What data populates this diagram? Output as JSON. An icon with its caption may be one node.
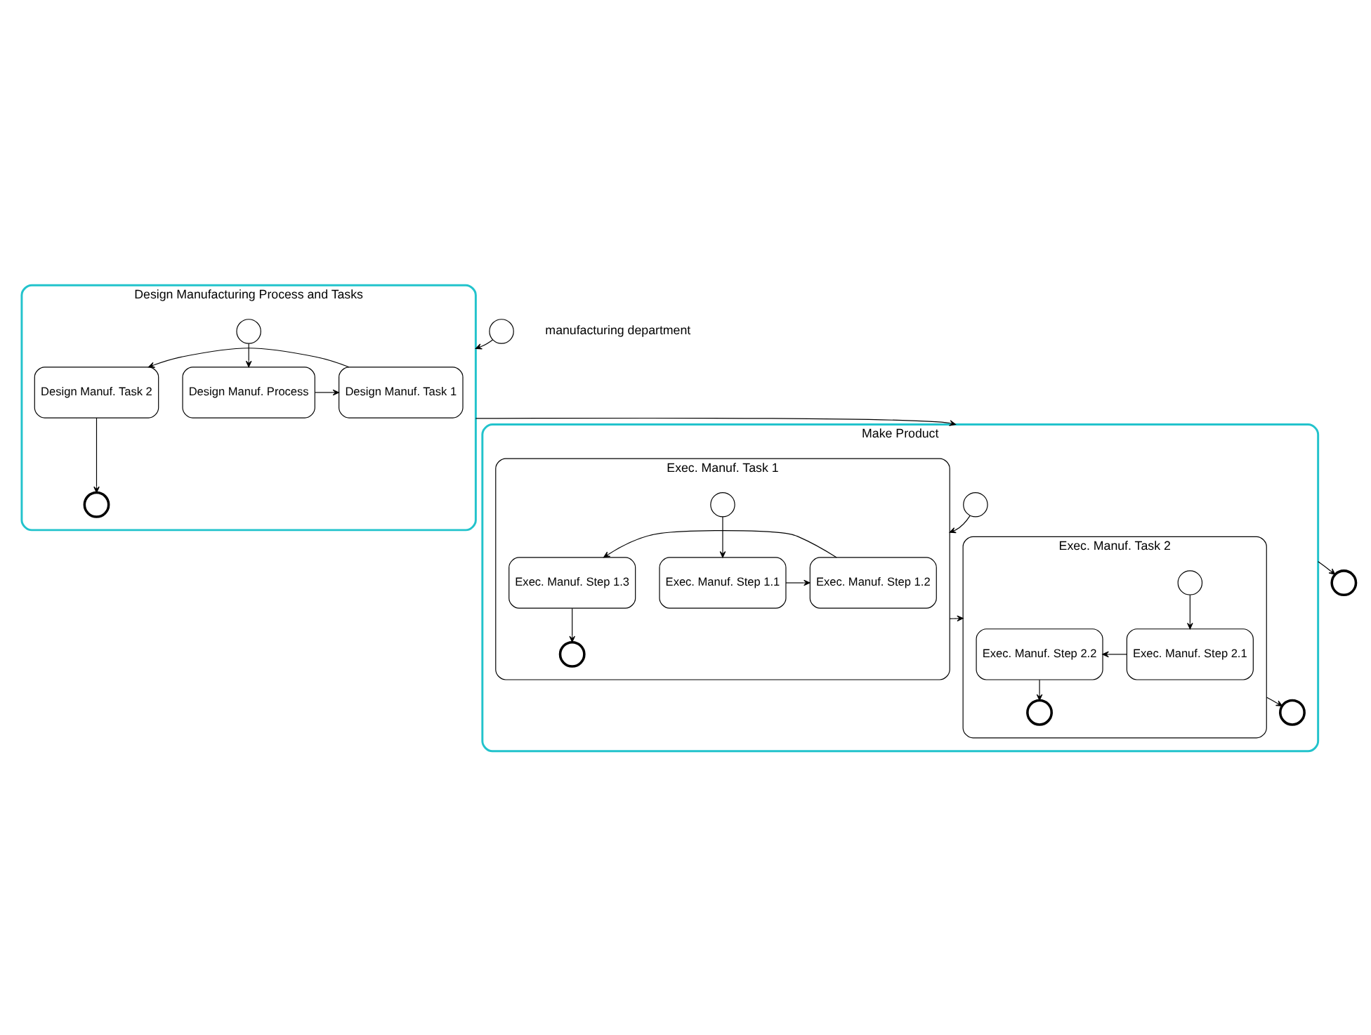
{
  "diagram": {
    "nodes": [
      {
        "text": [
          "Design Manufacturing Process and Tasks"
        ]
      },
      {
        "text": [],
        "shape": "circle",
        "in": 0
      },
      {
        "text": [
          "Design Manuf. Process"
        ],
        "in": 0
      },
      {
        "text": [
          "Design Manuf. Task 1"
        ],
        "in": 0
      },
      {
        "text": [
          "Design Manuf. Task 2"
        ],
        "in": 0
      },
      {
        "text": [],
        "shape": "circle",
        "in": 0
      },
      {
        "text": [],
        "shape": "circle"
      },
      {
        "text": [
          "Make Product"
        ]
      },
      {
        "text": [],
        "shape": "circle",
        "in": 7
      },
      {
        "text": [
          "Exec. Manuf. Task 1"
        ],
        "in": 7
      },
      {
        "text": [],
        "shape": "circle",
        "in": 9
      },
      {
        "text": [
          "Exec. Manuf. Step 1.1"
        ],
        "in": 9
      },
      {
        "text": [
          "Exec. Manuf. Step 1.2"
        ],
        "in": 9
      },
      {
        "text": [
          "Exec. Manuf. Step 1.3"
        ],
        "in": 9
      },
      {
        "text": [],
        "shape": "circle",
        "in": 9
      },
      {
        "text": [
          "Exec. Manuf. Task 2"
        ],
        "in": 7
      },
      {
        "text": [],
        "shape": "circle",
        "in": 15
      },
      {
        "text": [
          "Exec. Manuf. Step 2.1"
        ],
        "in": 15
      },
      {
        "text": [
          "Exec. Manuf. Step 2.2"
        ],
        "in": 15
      },
      {
        "text": [],
        "shape": "circle",
        "in": 15
      },
      {
        "text": [],
        "shape": "circle",
        "in": 7
      },
      {
        "text": [],
        "shape": "circle"
      }
    ],
    "edges": [
      {
        "from": 6,
        "to": 0,
        "arrow": "to"
      },
      {
        "from": 1,
        "to": 2,
        "arrow": "to"
      },
      {
        "from": 2,
        "to": 3,
        "arrow": "to"
      },
      {
        "from": 3,
        "to": 4,
        "arrow": "to"
      },
      {
        "from": 4,
        "to": 5,
        "arrow": "to"
      },
      {
        "from": 0,
        "to": 7,
        "arrow": "to"
      },
      {
        "from": 7,
        "to": 21,
        "arrow": "to"
      },
      {
        "from": 8,
        "to": 9,
        "arrow": "to"
      },
      {
        "from": 10,
        "to": 11,
        "arrow": "to"
      },
      {
        "from": 11,
        "to": 12,
        "arrow": "to"
      },
      {
        "from": 12,
        "to": 13,
        "arrow": "to"
      },
      {
        "from": 13,
        "to": 14,
        "arrow": "to"
      },
      {
        "from": 9,
        "to": 15,
        "arrow": "to"
      },
      {
        "from": 16,
        "to": 17,
        "arrow": "to"
      },
      {
        "from": 17,
        "to": 18,
        "arrow": "to"
      },
      {
        "from": 18,
        "to": 19,
        "arrow": "to"
      },
      {
        "from": 15,
        "to": 20,
        "arrow": "to"
      }
    ],
    "labels": [
      "manufacturing department"
    ]
  }
}
